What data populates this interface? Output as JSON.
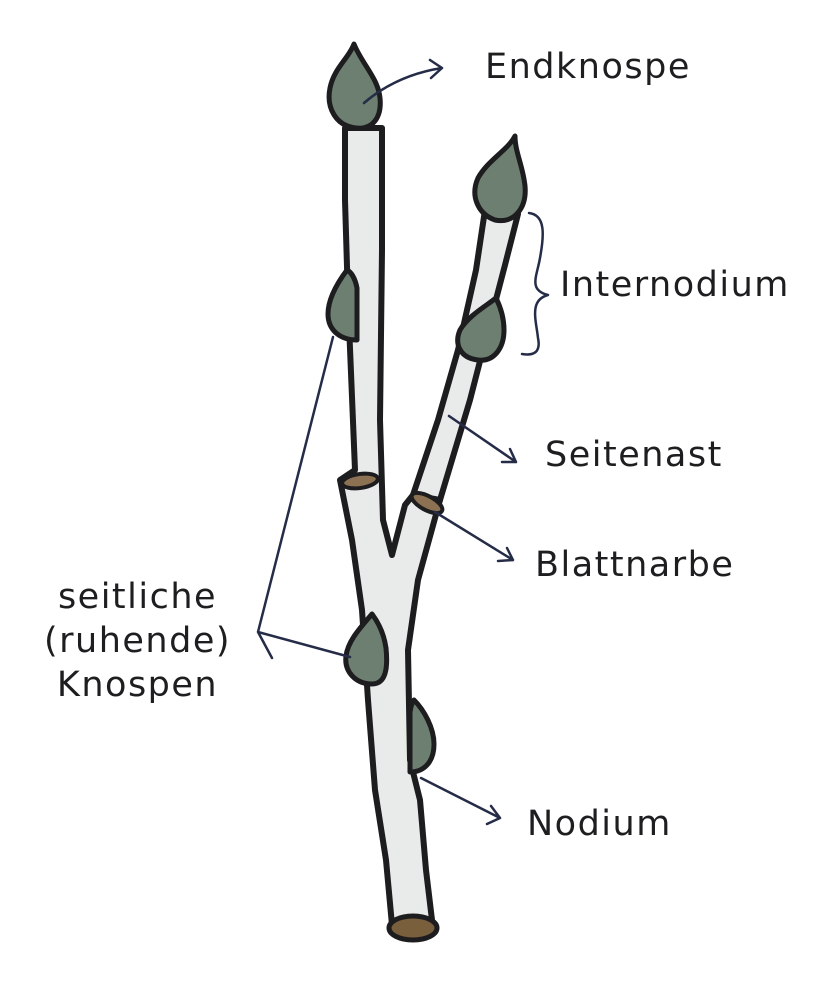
{
  "labels": {
    "terminal_bud": "Endknospe",
    "internode": "Internodium",
    "side_branch": "Seitenast",
    "leaf_scar": "Blattnarbe",
    "lateral_buds": [
      "seitliche",
      "(ruhende)",
      "Knospen"
    ],
    "node": "Nodium"
  },
  "colors": {
    "bark": "#e9eaea",
    "outline": "#1d1c1f",
    "bud": "#6d7f70",
    "leaf_scar": "#8c7153",
    "cut_end": "#7a5f3c",
    "pointer": "#252c47"
  }
}
